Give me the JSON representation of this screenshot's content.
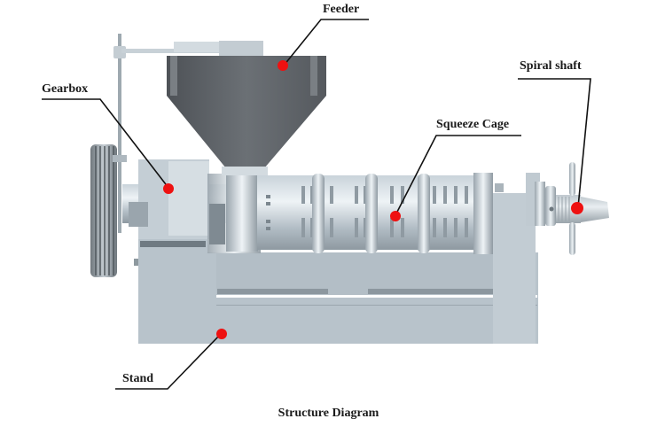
{
  "diagram": {
    "title": "Structure Diagram",
    "subject": "Screw oil press machine",
    "colors": {
      "marker": "#ee1111",
      "leader_line": "#111111",
      "machine_body": "#b9c4cc",
      "hopper": "#5d6166",
      "label_text": "#1a1a1a"
    },
    "labels": [
      {
        "id": "feeder",
        "text": "Feeder"
      },
      {
        "id": "gearbox",
        "text": "Gearbox"
      },
      {
        "id": "spiral-shaft",
        "text": "Spiral shaft"
      },
      {
        "id": "squeeze-cage",
        "text": "Squeeze Cage"
      },
      {
        "id": "stand",
        "text": "Stand"
      }
    ]
  }
}
